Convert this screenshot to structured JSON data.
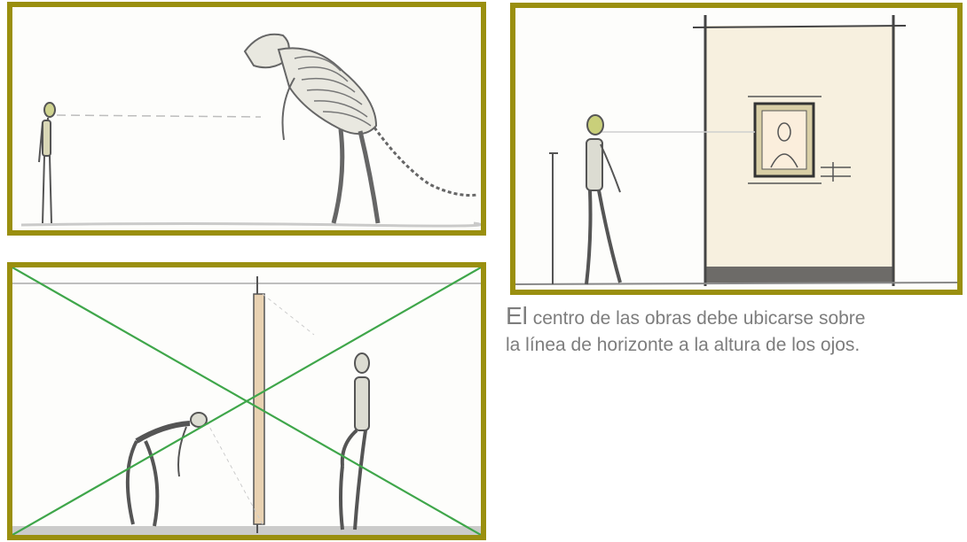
{
  "caption": {
    "lead": "El",
    "line1_rest": " centro de las obras debe ubicarse sobre",
    "line2": "la línea de horizonte a la altura de los ojos."
  },
  "colors": {
    "frame": "#9a8f0f",
    "caption_text": "#7d7d7d",
    "diagonals": "#3fa64a"
  },
  "illustrations": {
    "top_left": "sketch-human-viewing-dinosaur-skeleton",
    "right": "sketch-human-viewing-framed-artwork-on-wall",
    "bottom_left": "sketch-humans-viewing-object-with-diagonals"
  }
}
